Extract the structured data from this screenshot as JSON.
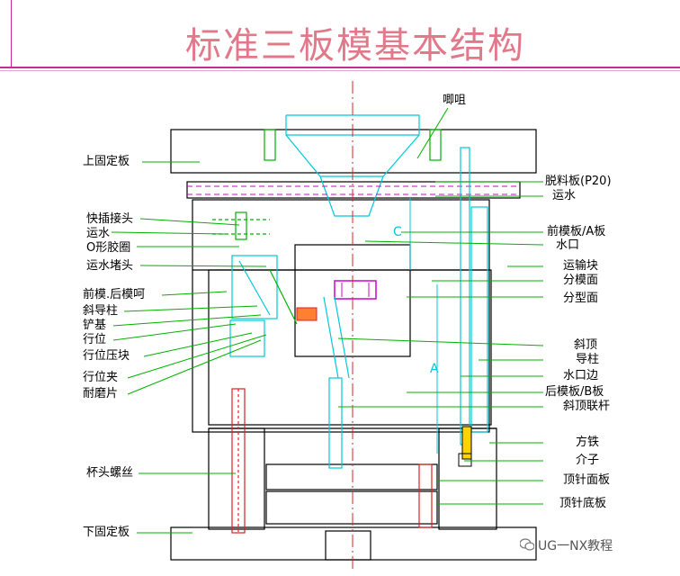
{
  "title": "标准三板模基本结构",
  "labels_left": [
    "上固定板",
    "快插接头",
    "运水",
    "O形胶圈",
    "运水堵头",
    "前模.后模呵",
    "斜导柱",
    "铲基",
    "行位",
    "行位压块",
    "行位夹",
    "耐磨片",
    "杯头螺丝",
    "下固定板"
  ],
  "labels_right": [
    "唧咀",
    "脱料板(P20)",
    "运水",
    "前模板/A板",
    "水口",
    "运输块",
    "分模面",
    "分型面",
    "斜顶",
    "导柱",
    "水口边",
    "后模板/B板",
    "斜顶联杆",
    "方铁",
    "介子",
    "顶针面板",
    "顶针底板"
  ],
  "dim_labels": [
    "C",
    "A"
  ],
  "watermark": "UG一NX教程",
  "colors": {
    "title": "#e07a8a",
    "rule": "#c62a9c",
    "structure": "#000000",
    "cyan": "#00c8d8",
    "green": "#00b000",
    "red": "#e02020",
    "magenta": "#d000d0"
  }
}
